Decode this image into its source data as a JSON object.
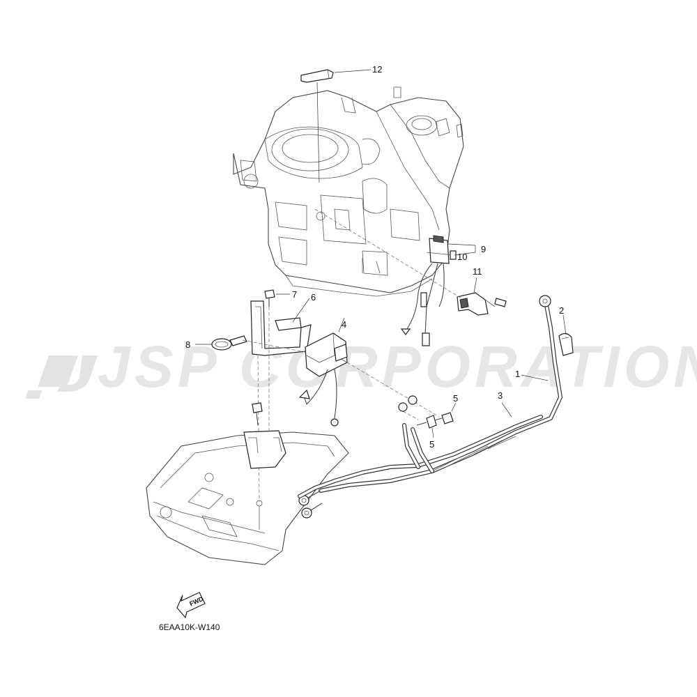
{
  "diagram": {
    "drawing_code": "6EAA10K-W140",
    "watermark": "JSP CORPORATION",
    "direction_label": "FWD",
    "callouts": [
      {
        "id": "c1",
        "label": "1"
      },
      {
        "id": "c2",
        "label": "2"
      },
      {
        "id": "c3",
        "label": "3"
      },
      {
        "id": "c4",
        "label": "4"
      },
      {
        "id": "c5a",
        "label": "5"
      },
      {
        "id": "c5b",
        "label": "5"
      },
      {
        "id": "c6",
        "label": "6"
      },
      {
        "id": "c7",
        "label": "7"
      },
      {
        "id": "c8",
        "label": "8"
      },
      {
        "id": "c9",
        "label": "9"
      },
      {
        "id": "c10",
        "label": "10"
      },
      {
        "id": "c11",
        "label": "11"
      },
      {
        "id": "c12",
        "label": "12"
      }
    ]
  },
  "colors": {
    "line": "#444444",
    "watermark": "#e6e6e6",
    "background": "#ffffff"
  }
}
